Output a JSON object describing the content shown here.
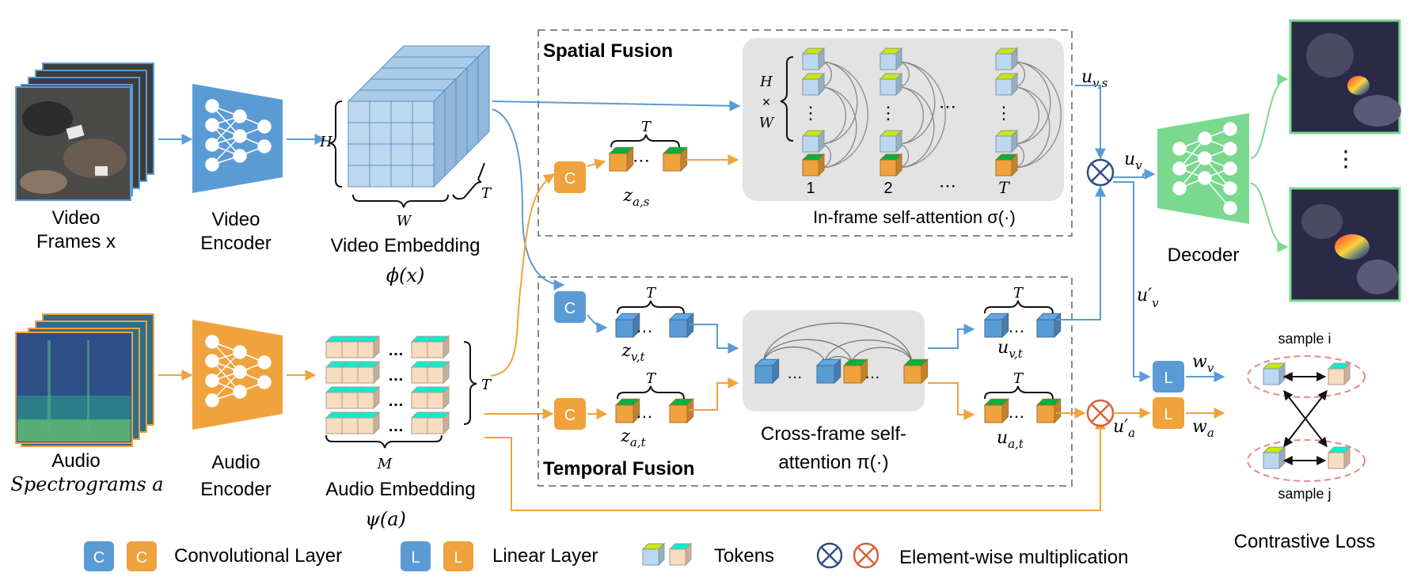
{
  "colors": {
    "blue": "#5b9bd5",
    "blue_dark": "#2e6da4",
    "orange": "#f0a23c",
    "orange_dark": "#c77d1a",
    "green": "#7bd88f",
    "gray_panel": "#e3e3e3",
    "token_blue": "#bcd8f0",
    "token_orange": "#f8dcc0",
    "red_dash": "#e28b86"
  },
  "inputs": {
    "video_label_1": "Video",
    "video_label_2": "Frames x",
    "audio_label_1": "Audio",
    "audio_label_2": "Spectrograms a"
  },
  "encoders": {
    "video_1": "Video",
    "video_2": "Encoder",
    "audio_1": "Audio",
    "audio_2": "Encoder"
  },
  "embeddings": {
    "video_1": "Video Embedding",
    "video_2": "ϕ(x)",
    "audio_1": "Audio Embedding",
    "audio_2": "ψ(a)",
    "H": "H",
    "W": "W",
    "T": "T",
    "M": "M"
  },
  "spatial": {
    "title": "Spatial Fusion",
    "z": "z",
    "z_sub": "a,s",
    "T": "T",
    "H": "H",
    "times": "×",
    "W": "W",
    "frame_labels": [
      "1",
      "2",
      "T"
    ],
    "attn_label": "In-frame self-attention σ(·)",
    "out": "u",
    "out_sub": "v,s"
  },
  "temporal": {
    "title": "Temporal Fusion",
    "zv": "z",
    "zv_sub": "v,t",
    "za": "z",
    "za_sub": "a,t",
    "attn_label_1": "Cross-frame self-",
    "attn_label_2": "attention π(·)",
    "uv": "u",
    "uv_sub": "v,t",
    "ua": "u",
    "ua_sub": "a,t",
    "T": "T"
  },
  "glyphs": {
    "conv": "C",
    "linear": "L",
    "ellipsis": "⋯",
    "ellipsis_short": "…",
    "ellipsis_v": "⋮"
  },
  "outputs": {
    "uv": "u",
    "uv_sub": "v",
    "uv_prime": "u′",
    "uv_prime_sub": "v",
    "ua_prime": "u′",
    "ua_prime_sub": "a",
    "wv": "w",
    "wv_sub": "v",
    "wa": "w",
    "wa_sub": "a",
    "decoder": "Decoder"
  },
  "contrastive": {
    "sample_i": "sample i",
    "sample_j": "sample j",
    "title": "Contrastive Loss"
  },
  "legend": {
    "conv": "Convolutional Layer",
    "linear": "Linear Layer",
    "tokens": "Tokens",
    "mult": "Element-wise multiplication"
  }
}
